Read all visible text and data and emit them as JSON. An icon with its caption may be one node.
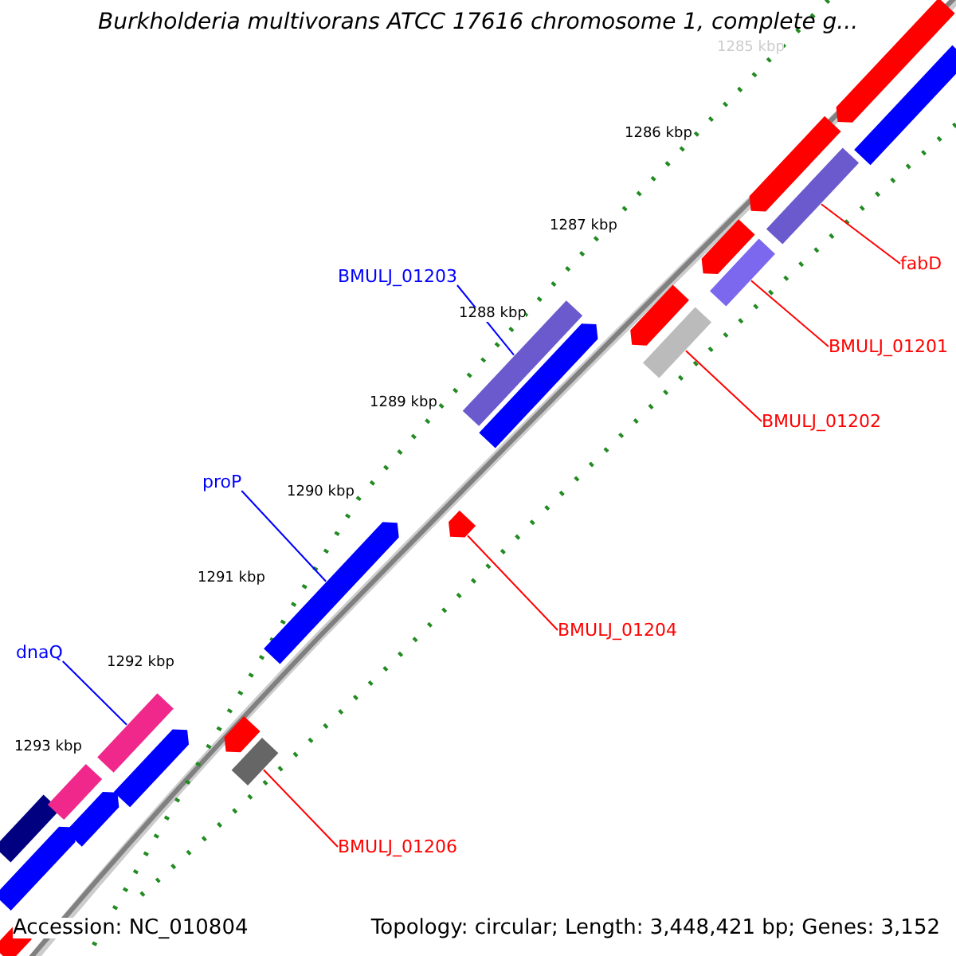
{
  "diagram": {
    "title": "Burkholderia multivorans ATCC 17616 chromosome 1, complete g...",
    "nodes": [
      {
        "text": [
          "fabD"
        ]
      },
      {
        "text": [
          "BMULJ_01203"
        ]
      },
      {
        "text": [
          "BMULJ_01201"
        ]
      },
      {
        "text": [
          "BMULJ_01202"
        ]
      },
      {
        "text": [
          "proP"
        ]
      },
      {
        "text": [
          "BMULJ_01204"
        ]
      },
      {
        "text": [
          "dnaQ"
        ]
      },
      {
        "text": [
          "BMULJ_01206"
        ]
      },
      {
        "text": [],
        "shape": "bar"
      },
      {
        "text": [],
        "shape": "bar"
      },
      {
        "text": [],
        "shape": "bar"
      },
      {
        "text": [],
        "shape": "bar"
      },
      {
        "text": [],
        "shape": "bar"
      },
      {
        "text": [],
        "shape": "bar"
      },
      {
        "text": [],
        "shape": "bar"
      },
      {
        "text": [],
        "shape": "bar"
      },
      {
        "text": [],
        "shape": "bar"
      },
      {
        "text": [],
        "shape": "bar"
      },
      {
        "text": [],
        "shape": "bar"
      },
      {
        "text": [],
        "shape": "bar"
      },
      {
        "text": [],
        "shape": "bar"
      },
      {
        "text": [],
        "shape": "bar"
      },
      {
        "text": [],
        "shape": "bar"
      },
      {
        "text": [],
        "shape": "bar"
      },
      {
        "text": [],
        "shape": "bar"
      },
      {
        "text": [],
        "shape": "bar"
      },
      {
        "text": [],
        "shape": "bar"
      },
      {
        "text": [],
        "shape": "bar"
      },
      {
        "text": [],
        "shape": "bar"
      }
    ],
    "edges": [
      {
        "from": 0,
        "to": 8,
        "arrow": "none"
      },
      {
        "from": 1,
        "to": 9,
        "arrow": "none",
        "color": "#0000ff"
      },
      {
        "from": 2,
        "to": 10,
        "arrow": "none"
      },
      {
        "from": 3,
        "to": 11,
        "arrow": "none"
      },
      {
        "from": 4,
        "to": 12,
        "arrow": "none",
        "color": "#0000ff"
      },
      {
        "from": 5,
        "to": 13,
        "arrow": "none"
      },
      {
        "from": 6,
        "to": 14,
        "arrow": "none",
        "color": "#0000ff"
      },
      {
        "from": 7,
        "to": 15,
        "arrow": "none"
      }
    ],
    "labels": [
      "1285 kbp",
      "1286 kbp",
      "1287 kbp",
      "1288 kbp",
      "1289 kbp",
      "1290 kbp",
      "1291 kbp",
      "1292 kbp",
      "1293 kbp",
      "Accession: NC_010804",
      "Topology: circular; Length: 3,448,421 bp; Genes: 3,152"
    ]
  }
}
